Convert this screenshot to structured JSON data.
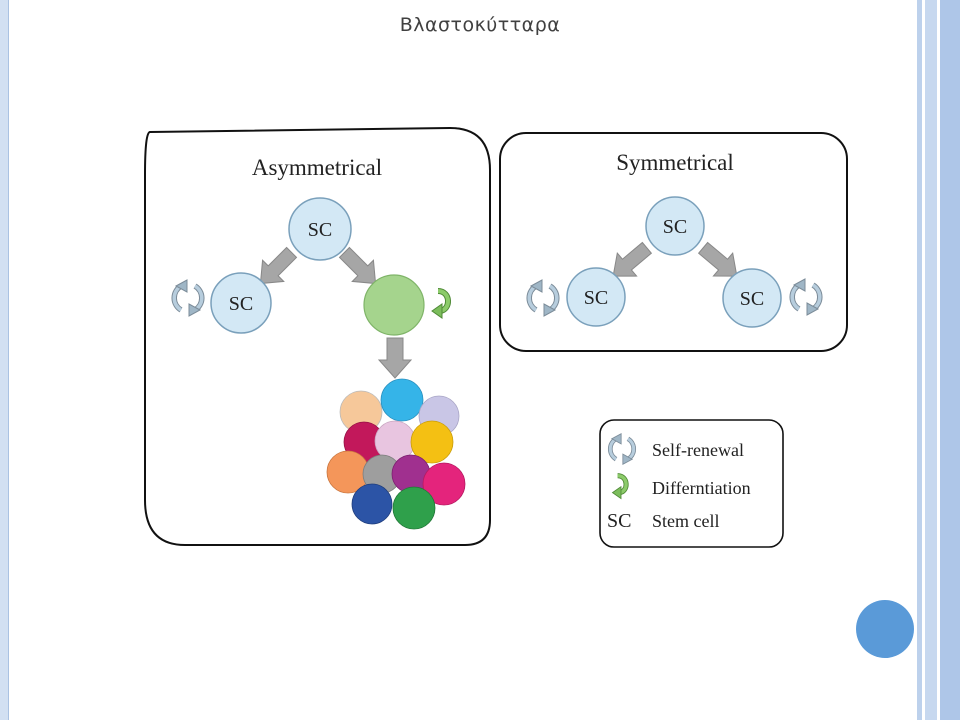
{
  "slide": {
    "title": "Βλαστοκύτταρα"
  },
  "asymmetrical": {
    "heading": "Asymmetrical",
    "parent_label": "SC",
    "child_label": "SC"
  },
  "symmetrical": {
    "heading": "Symmetrical",
    "parent_label": "SC",
    "left_child_label": "SC",
    "right_child_label": "SC"
  },
  "legend": {
    "self_renewal": "Self-renewal",
    "differentiation": "Differntiation",
    "sc_abbrev": "SC",
    "sc_meaning": "Stem cell"
  },
  "colors": {
    "stem_cell": "#d3e8f5",
    "progenitor": "#a5d48d",
    "arrow_gray": "#a6a6a6",
    "renewal_icon": "#9fb6c6",
    "differentiation_icon": "#7cbd5c",
    "accent_dot": "#5a9ad8",
    "differentiated_cells": [
      "#f6c89a",
      "#35b4e8",
      "#c9c6e6",
      "#c2185b",
      "#e8c5e0",
      "#f4c013",
      "#f4965a",
      "#9e9e9e",
      "#a0308f",
      "#e4247c",
      "#2c54a6",
      "#2fa04b"
    ]
  }
}
